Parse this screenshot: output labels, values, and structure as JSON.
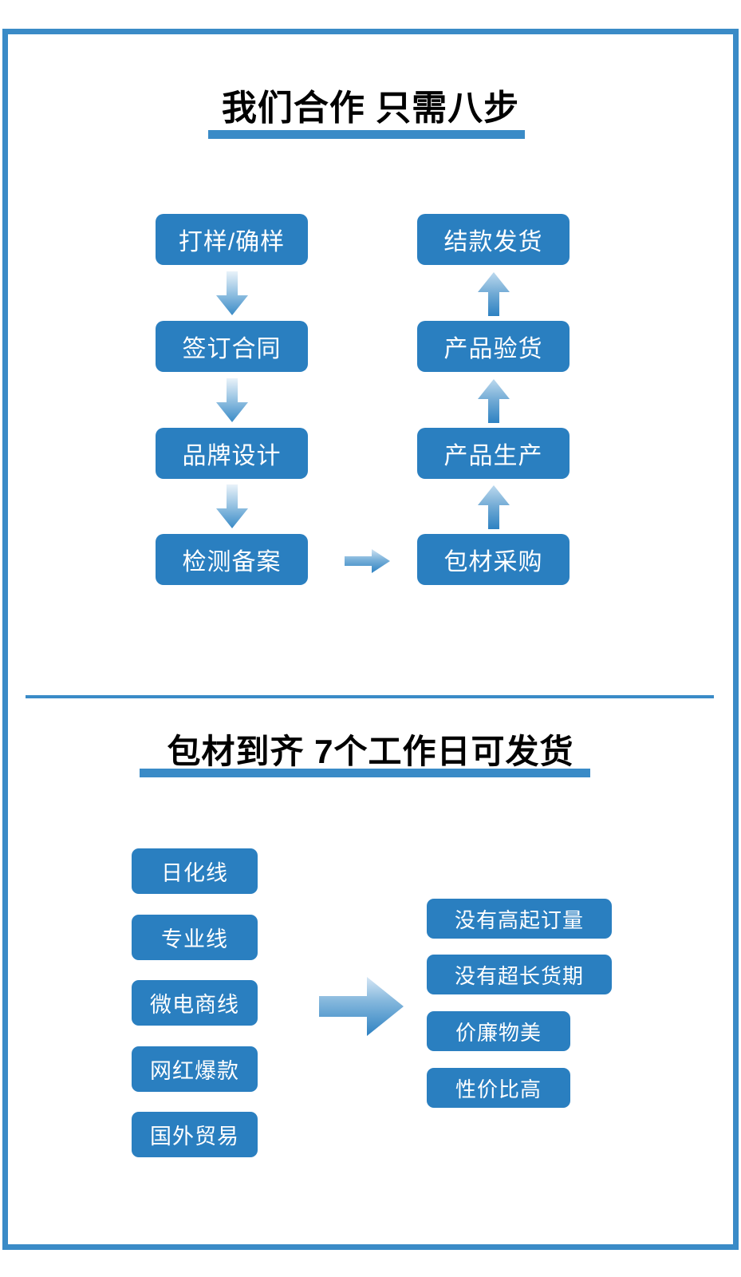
{
  "page": {
    "background": "#ffffff",
    "frame_color": "#3a8bc7",
    "box_color": "#2a7fc0",
    "text_color": "#ffffff",
    "title_color": "#000000"
  },
  "section1": {
    "title": "我们合作 只需八步",
    "left_column": [
      {
        "label": "打样/确样"
      },
      {
        "label": "签订合同"
      },
      {
        "label": "品牌设计"
      },
      {
        "label": "检测备案"
      }
    ],
    "right_column": [
      {
        "label": "结款发货"
      },
      {
        "label": "产品验货"
      },
      {
        "label": "产品生产"
      },
      {
        "label": "包材采购"
      }
    ],
    "arrows": [
      {
        "name": "arrow-down-1",
        "direction": "down"
      },
      {
        "name": "arrow-down-2",
        "direction": "down"
      },
      {
        "name": "arrow-down-3",
        "direction": "down"
      },
      {
        "name": "arrow-right-bridge",
        "direction": "right"
      },
      {
        "name": "arrow-up-1",
        "direction": "up"
      },
      {
        "name": "arrow-up-2",
        "direction": "up"
      },
      {
        "name": "arrow-up-3",
        "direction": "up"
      }
    ]
  },
  "section2": {
    "title": "包材到齐  7个工作日可发货",
    "left_column": [
      {
        "label": "日化线"
      },
      {
        "label": "专业线"
      },
      {
        "label": "微电商线"
      },
      {
        "label": "网红爆款"
      },
      {
        "label": "国外贸易"
      }
    ],
    "right_column": [
      {
        "label": "没有高起订量"
      },
      {
        "label": "没有超长货期"
      },
      {
        "label": "价廉物美"
      },
      {
        "label": "性价比高"
      }
    ],
    "arrow": {
      "name": "arrow-right-large",
      "direction": "right"
    }
  }
}
